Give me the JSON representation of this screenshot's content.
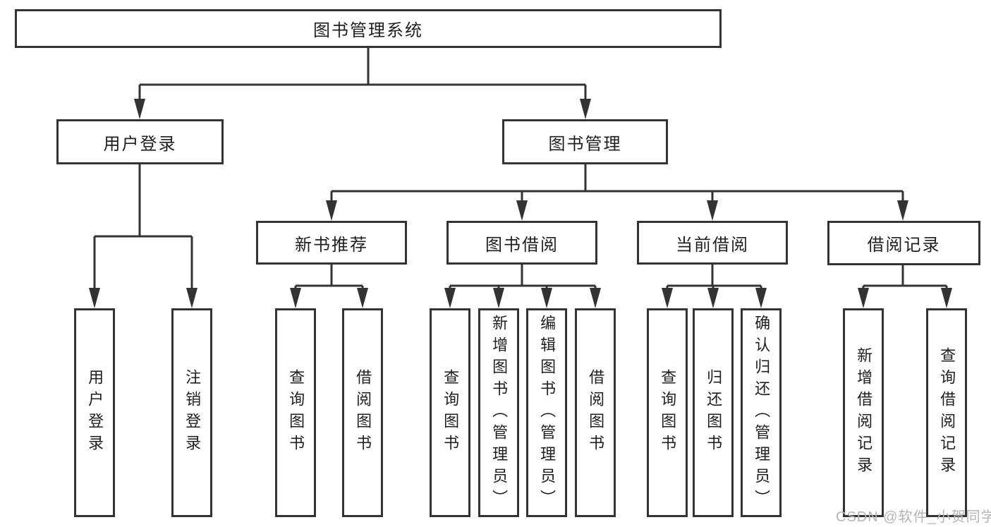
{
  "nodes": {
    "root": "图书管理系统",
    "user_login": "用户登录",
    "book_mgmt": "图书管理",
    "new_book": "新书推荐",
    "book_borrow": "图书借阅",
    "current_borrow": "当前借阅",
    "borrow_records": "借阅记录"
  },
  "leaves": {
    "user_login": [
      "用户登录",
      "注销登录"
    ],
    "new_book": [
      "查询图书",
      "借阅图书"
    ],
    "book_borrow": [
      "查询图书",
      "新增图书（管理员）",
      "编辑图书（管理员）",
      "借阅图书"
    ],
    "current_borrow": [
      "查询图书",
      "归还图书",
      "确认归还（管理员）"
    ],
    "borrow_records": [
      "新增借阅记录",
      "查询借阅记录"
    ]
  },
  "colors": {
    "line": "#333333",
    "text": "#1f1f1f",
    "background": "#ffffff",
    "watermark": "#b5b5b5"
  },
  "watermark": "CSDN @软件_小贺同学"
}
